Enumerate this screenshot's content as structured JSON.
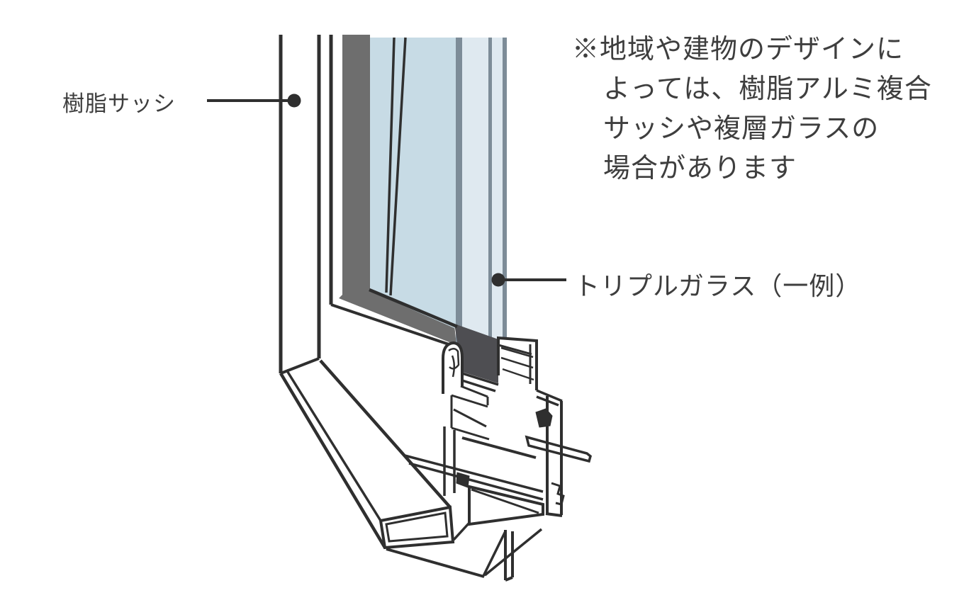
{
  "illustration": {
    "frame_label": "樹脂サッシ",
    "glass_label": "トリプルガラス（一例）",
    "note_lines": [
      "※地域や建物のデザインに",
      "よっては、樹脂アルミ複合",
      "サッシや複層ガラスの",
      "場合があります"
    ],
    "colors": {
      "line": "#2f2f2f",
      "text": "#3e3e3e",
      "reveal_gray": "#6e6e6e",
      "glass_blue": "#c7dbe5",
      "glass_gap": "#dfe9f0",
      "pane_edge": "#7d8c98",
      "bed_dark": "#4e4e52",
      "background": "#ffffff"
    }
  }
}
